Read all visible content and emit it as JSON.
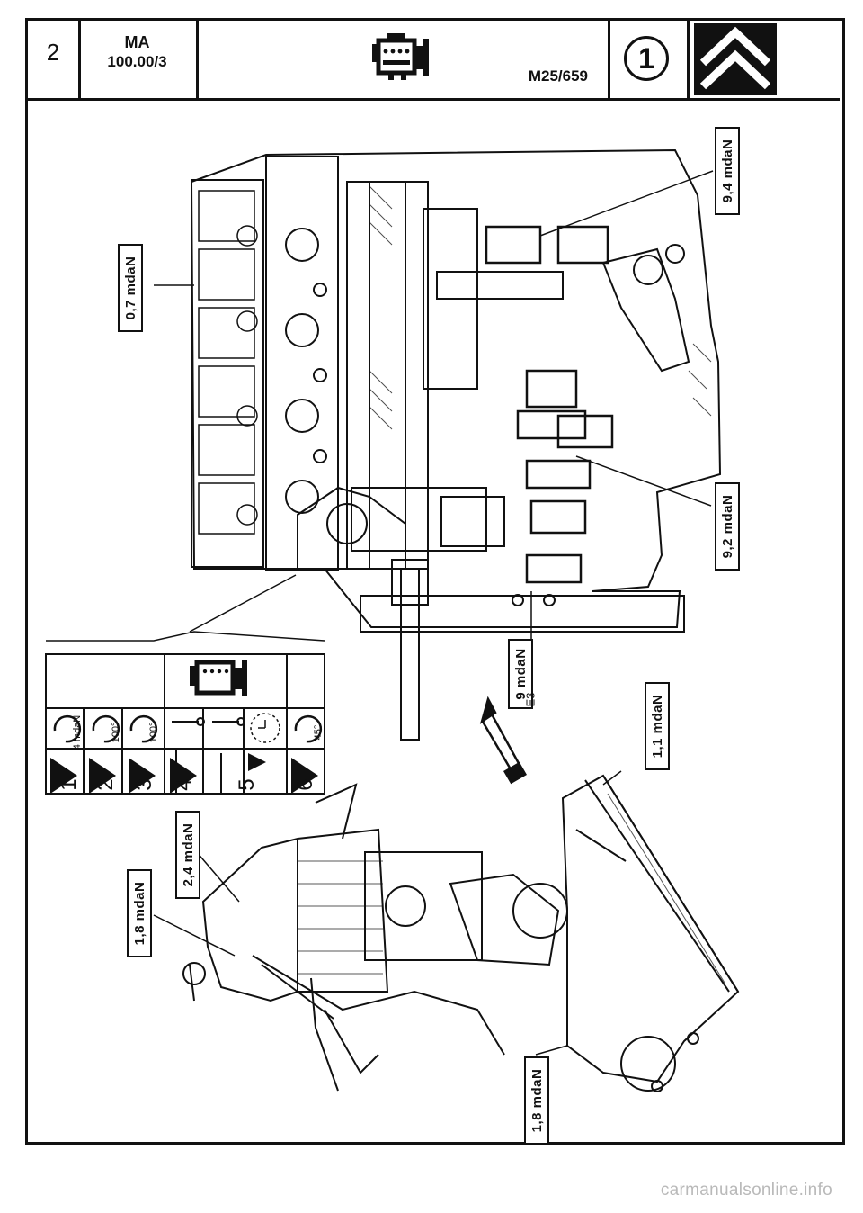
{
  "header": {
    "page_number": "2",
    "section_code": "MA",
    "doc_ref": "100.00/3",
    "model_ref": "M25/659",
    "circled_number": "1"
  },
  "torque_labels": {
    "top_left": "0,7 mdaN",
    "top_right": "9,4 mdaN",
    "mid_right": "9,2 mdaN",
    "bottom_center": "9 mdaN",
    "lower_right": "1,1 mdaN",
    "lower_left_a": "2,4 mdaN",
    "lower_left_b": "1,8 mdaN",
    "bottom_left": "1,8 mdaN"
  },
  "tightening_table": {
    "steps": [
      "1",
      "2",
      "3",
      "4",
      "5",
      "6"
    ],
    "values": [
      "4 mdaN",
      "100°",
      "100°",
      "",
      "",
      "45°"
    ]
  },
  "sealant_code": "E3",
  "footer": {
    "watermark": "carmanualsonline.info"
  }
}
